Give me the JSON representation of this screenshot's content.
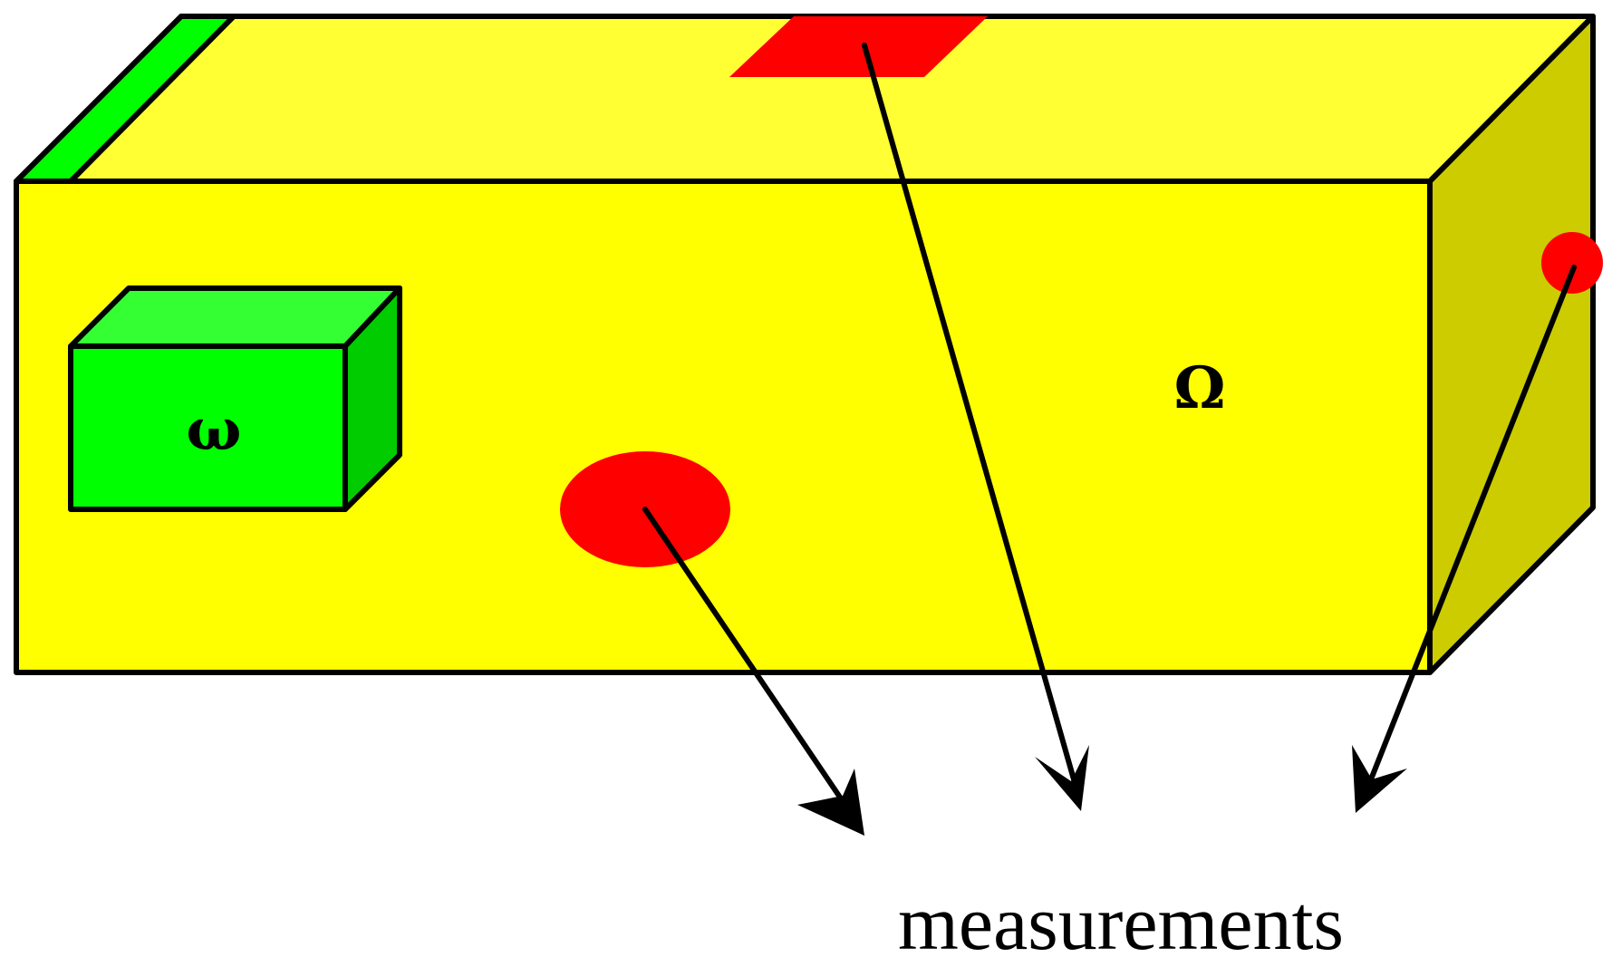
{
  "labels": {
    "subdomain_symbol": "ω",
    "domain_symbol": "Ω",
    "measurements_caption": "measurements"
  },
  "colors": {
    "domain_front": "#ffff00",
    "domain_top": "#ffff33",
    "domain_side": "#cccc00",
    "subdomain_front": "#00ff00",
    "subdomain_top": "#33ff33",
    "subdomain_side": "#00cc00",
    "top_edge_strip": "#00ff00",
    "sensor": "#ff0000",
    "outline": "#000000"
  }
}
